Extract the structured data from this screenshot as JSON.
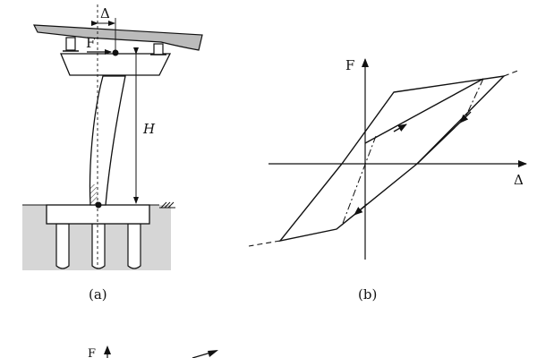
{
  "figure_a": {
    "delta_label": "Δ",
    "force_label": "F",
    "height_label": "H",
    "caption": "(a)"
  },
  "figure_b": {
    "force_axis_label": "F",
    "delta_axis_label": "Δ",
    "caption": "(b)"
  },
  "figure_c_partial": {
    "force_axis_label": "F"
  },
  "colors": {
    "ink": "#111111",
    "deck": "#bbbbbb",
    "soil": "#d6d6d6"
  }
}
